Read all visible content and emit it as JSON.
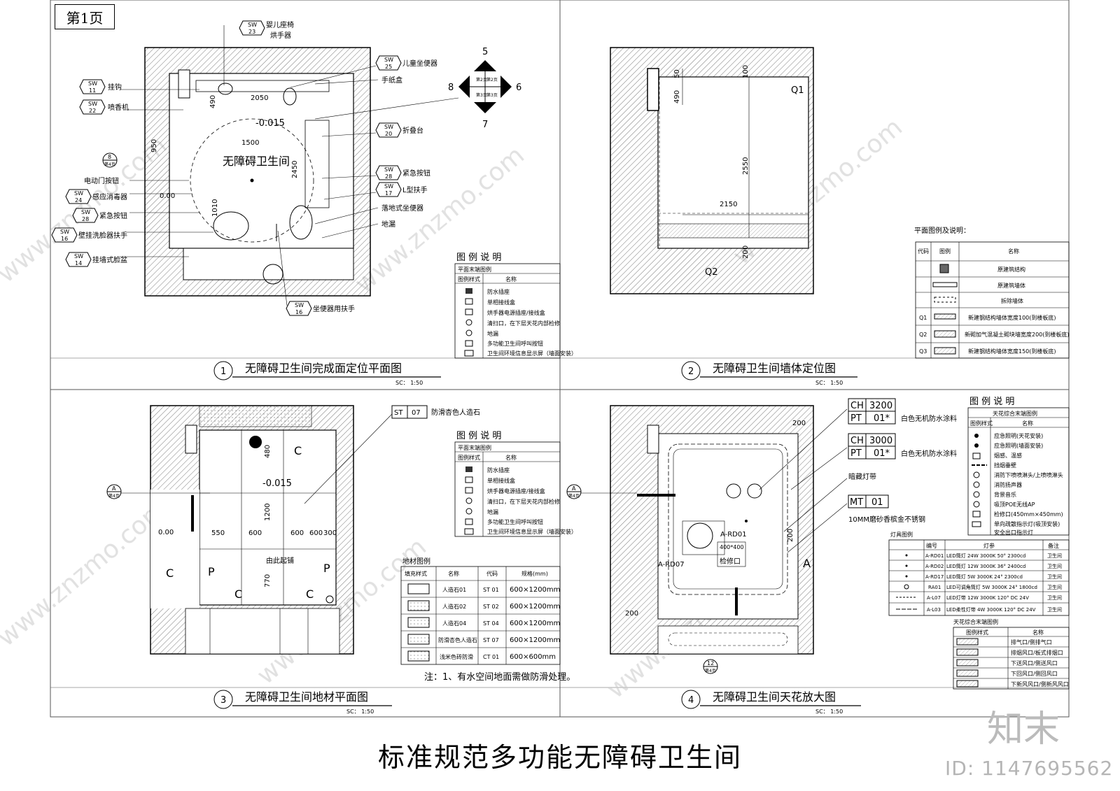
{
  "page_label": "第1页",
  "main_title": "标准规范多功能无障碍卫生间",
  "watermark": {
    "logo": "知末",
    "id": "ID: 1147695562",
    "site": "www.znzmo.com"
  },
  "panels": [
    {
      "num": "1",
      "title": "无障碍卫生间完成面定位平面图",
      "scale": "SC： 1:50"
    },
    {
      "num": "2",
      "title": "无障碍卫生间墙体定位图",
      "scale": "SC： 1:50"
    },
    {
      "num": "3",
      "title": "无障碍卫生间地材平面图",
      "scale": "SC： 1:50"
    },
    {
      "num": "4",
      "title": "无障碍卫生间天花放大图",
      "scale": "SC： 1:50"
    }
  ],
  "plan1": {
    "room_label": "无障碍卫生间",
    "dims": [
      "2050",
      "-0.015",
      "1500",
      "2450",
      "950",
      "1010",
      "0.00",
      "490"
    ],
    "callouts_left": [
      {
        "code": "SW",
        "num": "11",
        "text": "挂钩"
      },
      {
        "code": "SW",
        "num": "22",
        "text": "喷香机"
      },
      {
        "code": "",
        "num": "",
        "text": "电动门按钮"
      },
      {
        "code": "SW",
        "num": "24",
        "text": "感应消毒器"
      },
      {
        "code": "SW",
        "num": "28",
        "text": "紧急按钮"
      },
      {
        "code": "SW",
        "num": "16",
        "text": "壁挂洗脸器扶手"
      },
      {
        "code": "SW",
        "num": "14",
        "text": "挂墙式脸盆"
      }
    ],
    "callouts_top": [
      {
        "code": "SW",
        "num": "23",
        "text": "婴儿座椅"
      },
      {
        "code": "",
        "num": "",
        "text": "烘手器"
      }
    ],
    "callouts_right": [
      {
        "code": "SW",
        "num": "25",
        "text": "儿童坐便器"
      },
      {
        "code": "",
        "num": "",
        "text": "手纸盒"
      },
      {
        "code": "SW",
        "num": "20",
        "text": "折叠台"
      },
      {
        "code": "SW",
        "num": "28",
        "text": "紧急按钮"
      },
      {
        "code": "SW",
        "num": "17",
        "text": "L型扶手"
      },
      {
        "code": "",
        "num": "",
        "text": "落地式坐便器"
      },
      {
        "code": "",
        "num": "",
        "text": "地漏"
      }
    ],
    "callout_bottom": {
      "code": "SW",
      "num": "16",
      "text": "坐便器用扶手"
    },
    "section_mark": {
      "num": "8",
      "sheet": "第4页"
    },
    "compass": {
      "n": "5",
      "e": "6",
      "s": "7",
      "w": "8",
      "pages": [
        "第2页",
        "第2页",
        "第3页",
        "第3页"
      ]
    }
  },
  "legend1": {
    "title": "图 例 说 明",
    "subtitle": "平面末端图例",
    "headers": [
      "图例样式",
      "名称"
    ],
    "rows": [
      "防水插座",
      "单相接线盒",
      "烘手器电源插座/接线盒",
      "清扫口，在下层天花内部检修",
      "地漏",
      "多功能卫生间呼叫按钮",
      "卫生间环境信息显示屏（墙面安装）"
    ]
  },
  "plan2": {
    "labels": [
      "Q1",
      "Q2"
    ],
    "dims": [
      "490",
      "50",
      "100",
      "2550",
      "2150",
      "200"
    ]
  },
  "legend2": {
    "title": "平面图例及说明：",
    "headers": [
      "代码",
      "图例",
      "名称"
    ],
    "rows": [
      {
        "code": "",
        "name": "原建筑结构"
      },
      {
        "code": "",
        "name": "原建筑墙体"
      },
      {
        "code": "",
        "name": "拆除墙体"
      },
      {
        "code": "Q1",
        "name": "新建钢结构墙体宽度100(到楼板底)"
      },
      {
        "code": "Q2",
        "name": "新砌加气混凝土砌块墙宽度200(到楼板底)"
      },
      {
        "code": "Q3",
        "name": "新建钢结构墙体宽度150(到楼板底)"
      }
    ]
  },
  "plan3": {
    "material_tag": {
      "code": "ST",
      "num": "07",
      "text": "防滑杏色人造石"
    },
    "dims": [
      "-0.015",
      "480",
      "1200",
      "550",
      "600",
      "600",
      "600",
      "300",
      "0.00",
      "770"
    ],
    "note_center": "由此起铺",
    "letters": [
      "C",
      "P",
      "P",
      "C",
      "C",
      "C"
    ],
    "section_mark": {
      "num": "A",
      "sheet": "第4页"
    }
  },
  "legend3": {
    "title": "图 例 说 明",
    "subtitle": "平面末端图例",
    "headers": [
      "图例样式",
      "名称"
    ],
    "rows": [
      "防水插座",
      "单相接线盒",
      "烘手器电源插座/接线盒",
      "清扫口，在下层天花内部检修",
      "地漏",
      "多功能卫生间呼叫按钮",
      "卫生间环境信息显示屏（墙面安装）"
    ]
  },
  "material_table": {
    "title": "地材图例",
    "headers": [
      "填充样式",
      "名称",
      "代码",
      "规格(mm)"
    ],
    "rows": [
      {
        "name": "人造石01",
        "code": "ST 01",
        "spec": "600×1200mm"
      },
      {
        "name": "人造石02",
        "code": "ST 02",
        "spec": "600×1200mm"
      },
      {
        "name": "人造石04",
        "code": "ST 04",
        "spec": "600×1200mm"
      },
      {
        "name": "防滑杏色人造石",
        "code": "ST 07",
        "spec": "600×1200mm"
      },
      {
        "name": "浅米色砖防滑",
        "code": "CT 01",
        "spec": "600×600mm"
      }
    ],
    "note": "注：1、有水空间地面需做防滑处理。"
  },
  "plan4": {
    "ch_tags": [
      {
        "ch": "3200",
        "pt": "01*",
        "text": "白色无机防水涂料"
      },
      {
        "ch": "3000",
        "pt": "01*",
        "text": "白色无机防水涂料"
      }
    ],
    "led_note": "暗藏灯带",
    "mt_tag": {
      "code": "MT",
      "num": "01",
      "text": "10MM磨砂香槟金不锈钢"
    },
    "labels": [
      "A-RD01",
      "A-RD07",
      "400*400",
      "检修口",
      "A"
    ],
    "dims": [
      "200",
      "200",
      "200"
    ],
    "section_marks": [
      {
        "num": "A",
        "sheet": "第4页"
      },
      {
        "num": "12",
        "sheet": "第4页"
      }
    ]
  },
  "legend4": {
    "title": "图 例 说 明",
    "subtitle": "天花综合末端图例",
    "headers": [
      "图例样式",
      "名称"
    ],
    "rows": [
      "应急照明(天花安装)",
      "应急照明(墙面安装)",
      "烟感、温感",
      "挡烟垂壁",
      "消防下喷喷淋头/上喷喷淋头",
      "消防扬声器",
      "背景音乐",
      "吸顶POE无线AP",
      "检修口(450mm×450mm)",
      "单向疏散指示灯(吸顶安装)",
      "安全出口指示灯"
    ]
  },
  "lamp_table": {
    "title": "灯具图例",
    "headers": [
      "编号",
      "灯参",
      "备注"
    ],
    "rows": [
      {
        "code": "A-RD01",
        "spec": "LED筒灯 24W 3000K 50°  2300cd",
        "note": "卫生间"
      },
      {
        "code": "A-RD02",
        "spec": "LED筒灯 12W 3000K 36°  2400cd",
        "note": "卫生间"
      },
      {
        "code": "A-RD17",
        "spec": "LED筒灯 5W 3000K 24°  2300cd",
        "note": "卫生间"
      },
      {
        "code": "RA01",
        "spec": "LED可调角筒灯 5W 3000K 24°  1800cd",
        "note": "卫生间"
      },
      {
        "code": "A-L07",
        "spec": "LED灯带 12W  3000K 120° DC 24V",
        "note": "卫生间"
      },
      {
        "code": "A-L03",
        "spec": "LED柔性灯带 4W  3000K 120° DC 24V",
        "note": "卫生间"
      }
    ]
  },
  "vent_table": {
    "title": "天花综合末端图例",
    "headers": [
      "图例样式",
      "名称"
    ],
    "rows": [
      "排气口/侧排气口",
      "排烟风口/板式排烟口",
      "下送风口/侧送风口",
      "下回风口/侧回风口",
      "下新风风口/侧新风风口"
    ]
  }
}
